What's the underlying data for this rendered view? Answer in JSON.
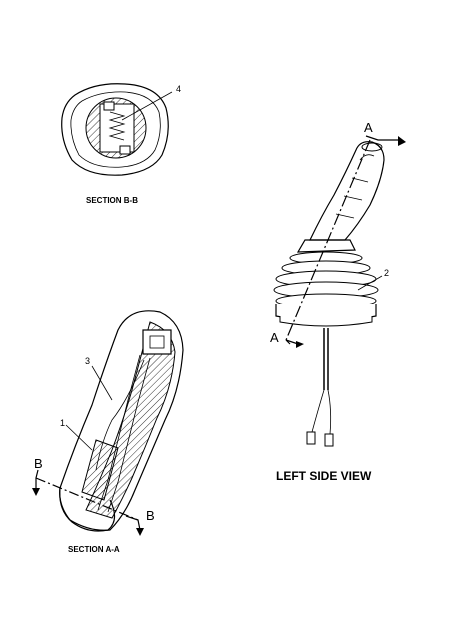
{
  "section_bb": {
    "caption": "SECTION B-B",
    "callout": "4"
  },
  "section_aa": {
    "caption": "SECTION A-A",
    "callouts": [
      "3",
      "1"
    ],
    "cut_label_left": "B",
    "cut_label_right": "B"
  },
  "left_side_view": {
    "caption": "LEFT SIDE VIEW",
    "callout": "2",
    "cut_label_top": "A",
    "cut_label_bottom": "A"
  }
}
